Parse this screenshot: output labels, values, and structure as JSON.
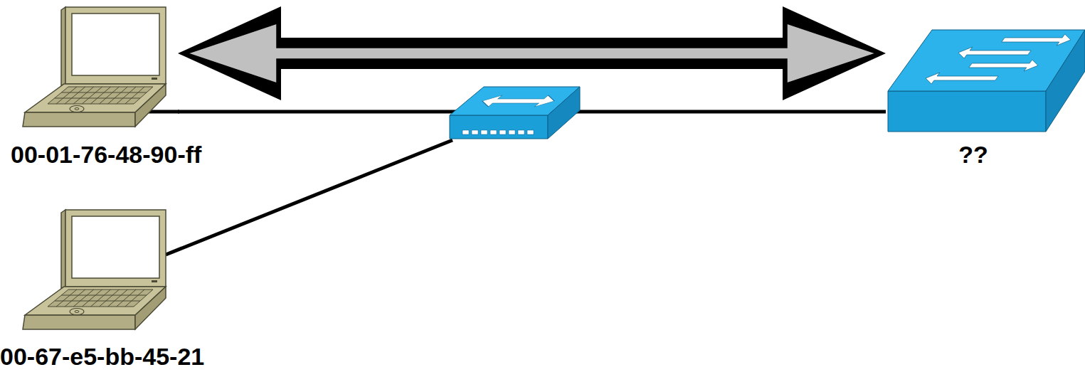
{
  "diagram": {
    "nodes": [
      {
        "text": [
          "00-01-76-48-90-ff"
        ]
      },
      {
        "text": [
          "00-67-e5-bb-45-21"
        ]
      },
      {
        "text": [
          "??"
        ]
      }
    ],
    "edges": [
      {
        "from": 0,
        "to": 2,
        "arrow": "both"
      },
      {
        "from": 0,
        "to": 2,
        "arrow": "none"
      }
    ]
  }
}
